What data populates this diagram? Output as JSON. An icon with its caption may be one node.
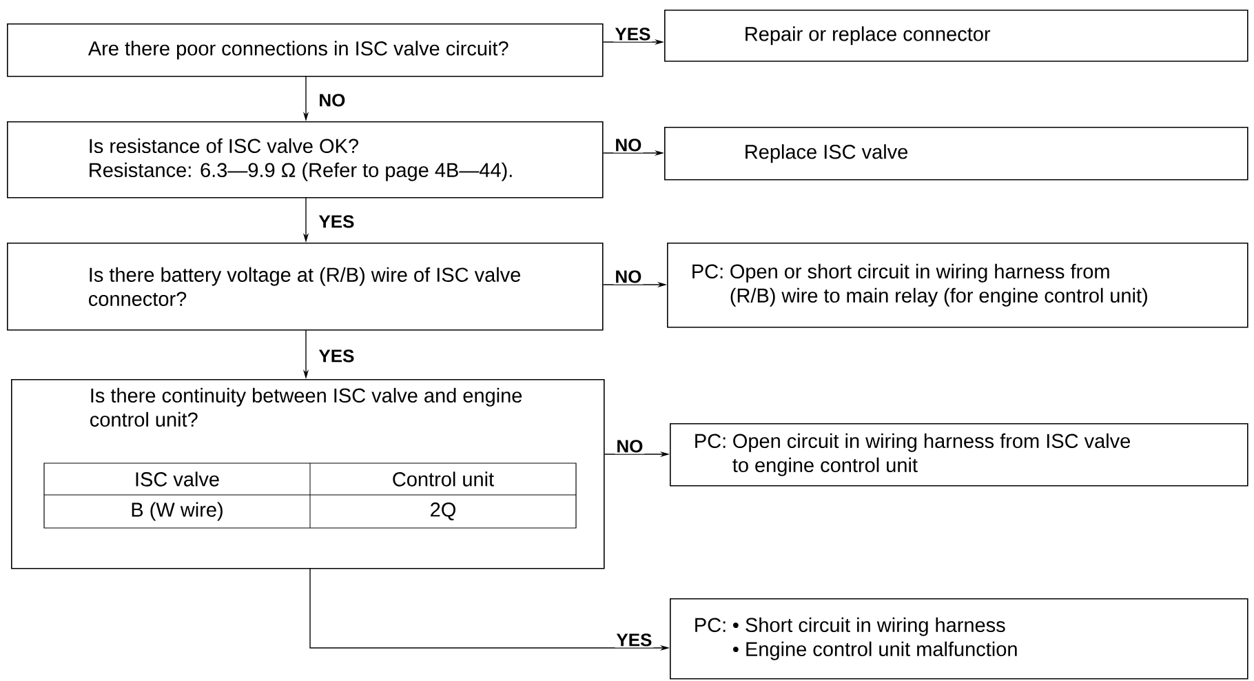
{
  "diagram": {
    "nodes": [
      {
        "text": [
          "Are there poor connections in ISC valve circuit?"
        ]
      },
      {
        "text": [
          "Repair or replace connector"
        ]
      },
      {
        "text": [
          "Is resistance of ISC valve OK?",
          "Resistance: 6.3—9.9 Ω (Refer to page 4B—44)."
        ]
      },
      {
        "text": [
          "Replace ISC valve"
        ]
      },
      {
        "text": [
          "Is there battery voltage at (R/B) wire of ISC valve connector?"
        ]
      },
      {
        "text": [
          "PC:",
          "Open or short circuit in wiring harness from (R/B) wire to main relay (for engine control unit)"
        ]
      },
      {
        "text": [
          "Is there continuity between ISC valve and engine control unit?"
        ]
      },
      {
        "text": [
          "PC:",
          "Open circuit in wiring harness from ISC valve to engine control unit"
        ]
      },
      {
        "text": [
          "PC:",
          "• Short circuit in wiring harness",
          "• Engine control unit malfunction"
        ]
      }
    ],
    "edges": [
      {
        "from": 0,
        "to": 1,
        "arrow": "to",
        "label": "YES"
      },
      {
        "from": 0,
        "to": 2,
        "arrow": "to",
        "label": "NO"
      },
      {
        "from": 2,
        "to": 3,
        "arrow": "to",
        "label": "NO"
      },
      {
        "from": 2,
        "to": 4,
        "arrow": "to",
        "label": "YES"
      },
      {
        "from": 4,
        "to": 5,
        "arrow": "to",
        "label": "NO"
      },
      {
        "from": 4,
        "to": 6,
        "arrow": "to",
        "label": "YES"
      },
      {
        "from": 6,
        "to": 7,
        "arrow": "to",
        "label": "NO"
      },
      {
        "from": 6,
        "to": 8,
        "arrow": "to",
        "label": "YES"
      }
    ],
    "labels": [
      "ISC valve",
      "Control unit",
      "B (W wire)",
      "2Q"
    ]
  }
}
